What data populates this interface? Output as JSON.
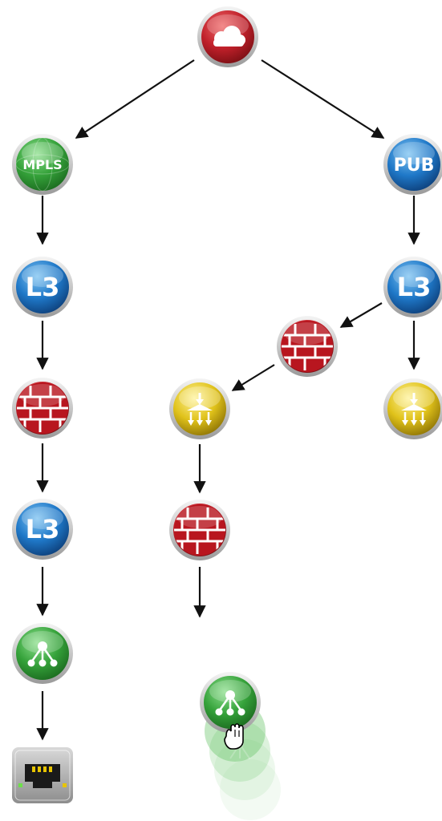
{
  "diagram": {
    "nodes": [
      {
        "id": "cloud",
        "kind": "cloud",
        "label": ""
      },
      {
        "id": "mpls",
        "kind": "mpls",
        "label": "MPLS"
      },
      {
        "id": "pub",
        "kind": "pub",
        "label": "PUB"
      },
      {
        "id": "l3-left-1",
        "kind": "l3",
        "label": "L3"
      },
      {
        "id": "l3-right",
        "kind": "l3",
        "label": "L3"
      },
      {
        "id": "firewall-left-1",
        "kind": "firewall",
        "label": ""
      },
      {
        "id": "firewall-mid",
        "kind": "firewall",
        "label": ""
      },
      {
        "id": "loadbalancer-mid",
        "kind": "loadbalancer",
        "label": ""
      },
      {
        "id": "loadbalancer-right",
        "kind": "loadbalancer",
        "label": ""
      },
      {
        "id": "l3-left-2",
        "kind": "l3",
        "label": "L3"
      },
      {
        "id": "firewall-mid-2",
        "kind": "firewall",
        "label": ""
      },
      {
        "id": "switch-left",
        "kind": "switch",
        "label": ""
      },
      {
        "id": "switch-dragging",
        "kind": "switch",
        "label": ""
      },
      {
        "id": "ethernet-port",
        "kind": "ethernet",
        "label": ""
      }
    ],
    "edges": [
      [
        "cloud",
        "mpls"
      ],
      [
        "cloud",
        "pub"
      ],
      [
        "mpls",
        "l3-left-1"
      ],
      [
        "l3-left-1",
        "firewall-left-1"
      ],
      [
        "firewall-left-1",
        "l3-left-2"
      ],
      [
        "l3-left-2",
        "switch-left"
      ],
      [
        "switch-left",
        "ethernet-port"
      ],
      [
        "pub",
        "l3-right"
      ],
      [
        "l3-right",
        "firewall-mid"
      ],
      [
        "l3-right",
        "loadbalancer-right"
      ],
      [
        "firewall-mid",
        "loadbalancer-mid"
      ],
      [
        "loadbalancer-mid",
        "firewall-mid-2"
      ],
      [
        "firewall-mid-2",
        "drop-target"
      ]
    ],
    "colors": {
      "cloud": "#c0202a",
      "mpls": "#3aa53a",
      "pub": "#1f78c8",
      "l3": "#1f78c8",
      "firewall": "#c0202a",
      "loadbalancer": "#e0c21a",
      "switch": "#2e9e3a",
      "arrow": "#111111"
    },
    "cursor": "grab-hand-icon"
  }
}
